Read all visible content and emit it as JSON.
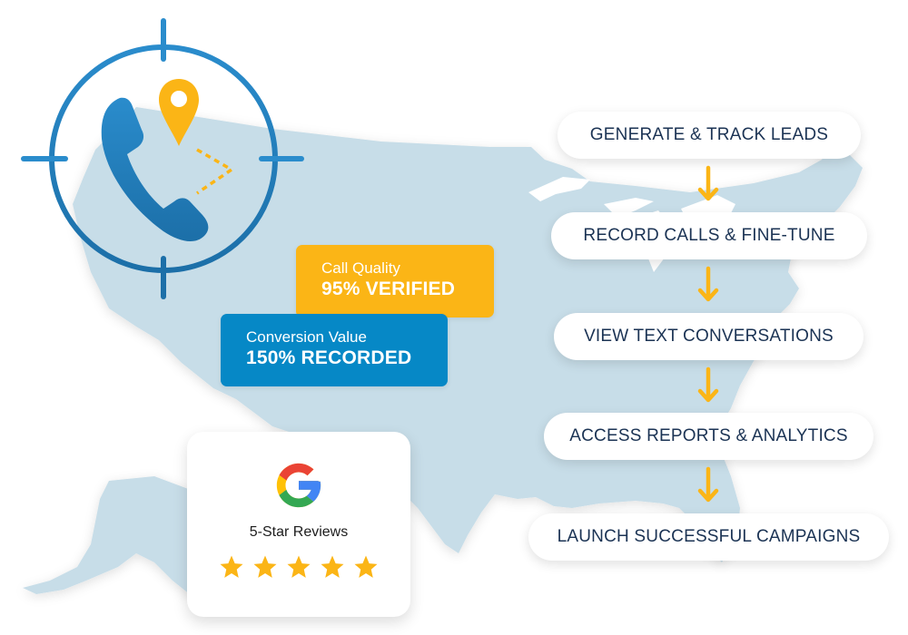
{
  "colors": {
    "map_fill": "#c7dde8",
    "target_blue": "#2a8ccc",
    "target_blue_dark": "#1c6fa8",
    "accent_yellow": "#fbb516",
    "accent_blue": "#0688c6",
    "step_text": "#1b3354",
    "star": "#fbb516"
  },
  "icons": {
    "target": "crosshair-target-icon",
    "phone": "phone-handset-icon",
    "pin": "location-pin-icon",
    "google": "google-g-logo-icon",
    "star": "star-icon",
    "arrow": "arrow-down-icon"
  },
  "metrics": [
    {
      "label": "Call Quality",
      "value": "95% VERIFIED"
    },
    {
      "label": "Conversion Value",
      "value": "150% RECORDED"
    }
  ],
  "review_card": {
    "label": "5-Star Reviews",
    "star_count": 5
  },
  "steps": [
    {
      "label": "GENERATE & TRACK LEADS"
    },
    {
      "label": "RECORD CALLS & FINE-TUNE"
    },
    {
      "label": "VIEW TEXT CONVERSATIONS"
    },
    {
      "label": "ACCESS REPORTS & ANALYTICS"
    },
    {
      "label": "LAUNCH SUCCESSFUL CAMPAIGNS"
    }
  ]
}
